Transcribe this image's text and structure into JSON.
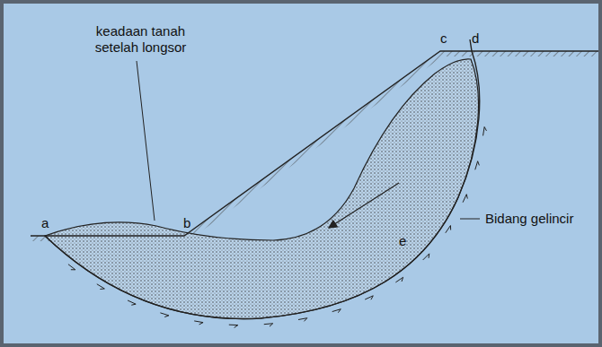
{
  "diagram": {
    "labels": [
      "c",
      "d",
      "keadaan tanah setelah longsor",
      "a",
      "b",
      "Bidang gelincir",
      "e"
    ]
  }
}
